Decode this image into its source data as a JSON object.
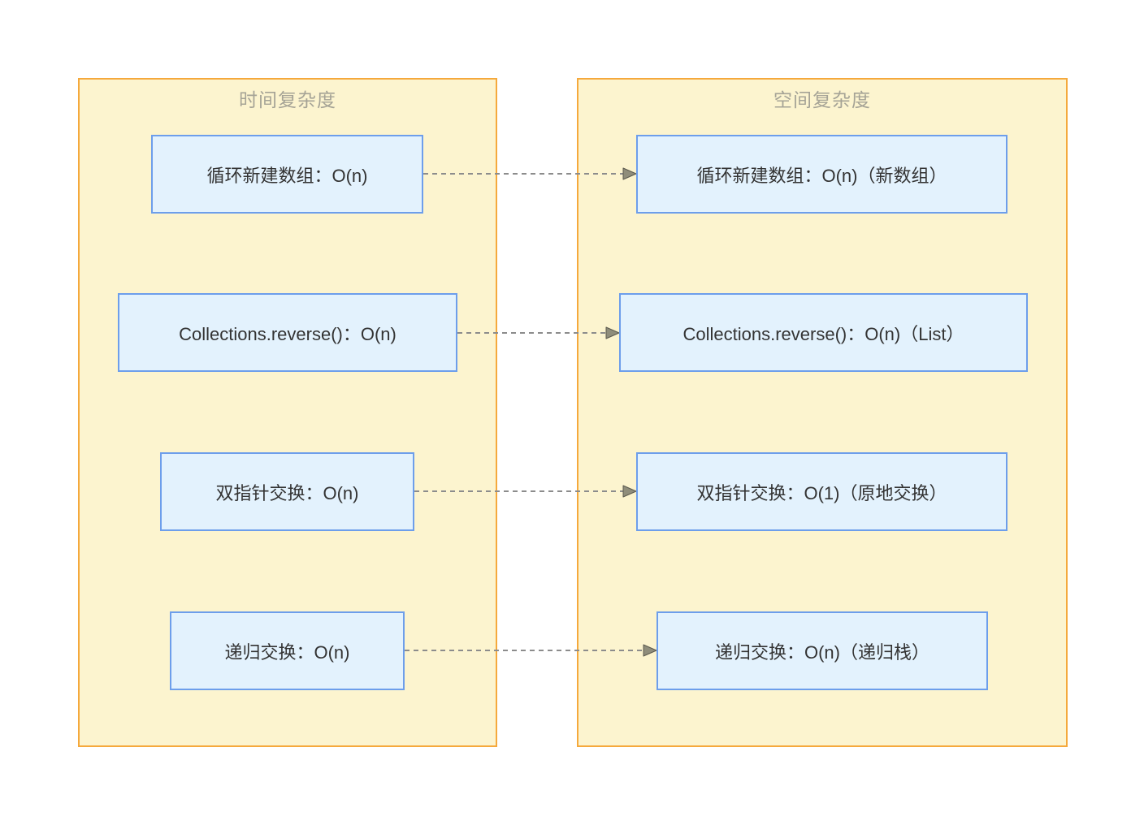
{
  "diagram": {
    "type": "flowchart",
    "background": "#FFFFFF",
    "panels": [
      {
        "id": "time-complexity",
        "title": "时间复杂度",
        "nodes": [
          {
            "id": "time-loop-new-array",
            "label": "循环新建数组：O(n)"
          },
          {
            "id": "time-collections-reverse",
            "label": "Collections.reverse()：O(n)"
          },
          {
            "id": "time-two-pointer-swap",
            "label": "双指针交换：O(n)"
          },
          {
            "id": "time-recursive-swap",
            "label": "递归交换：O(n)"
          }
        ]
      },
      {
        "id": "space-complexity",
        "title": "空间复杂度",
        "nodes": [
          {
            "id": "space-loop-new-array",
            "label": "循环新建数组：O(n)（新数组）"
          },
          {
            "id": "space-collections-reverse",
            "label": "Collections.reverse()：O(n)（List）"
          },
          {
            "id": "space-two-pointer-swap",
            "label": "双指针交换：O(1)（原地交换）"
          },
          {
            "id": "space-recursive-swap",
            "label": "递归交换：O(n)（递归栈）"
          }
        ]
      }
    ],
    "edges": [
      {
        "from": "time-loop-new-array",
        "to": "space-loop-new-array",
        "style": "dashed-arrow"
      },
      {
        "from": "time-collections-reverse",
        "to": "space-collections-reverse",
        "style": "dashed-arrow"
      },
      {
        "from": "time-two-pointer-swap",
        "to": "space-two-pointer-swap",
        "style": "dashed-arrow"
      },
      {
        "from": "time-recursive-swap",
        "to": "space-recursive-swap",
        "style": "dashed-arrow"
      }
    ],
    "colors": {
      "panel_fill": "#FCF4CF",
      "panel_border": "#F5A93C",
      "panel_title_text": "#A5A396",
      "node_fill": "#E3F2FD",
      "node_border": "#6D9EEB",
      "node_text": "#333333",
      "edge_line": "#8C8C8C",
      "arrowhead_fill": "#8F8D7B"
    }
  }
}
